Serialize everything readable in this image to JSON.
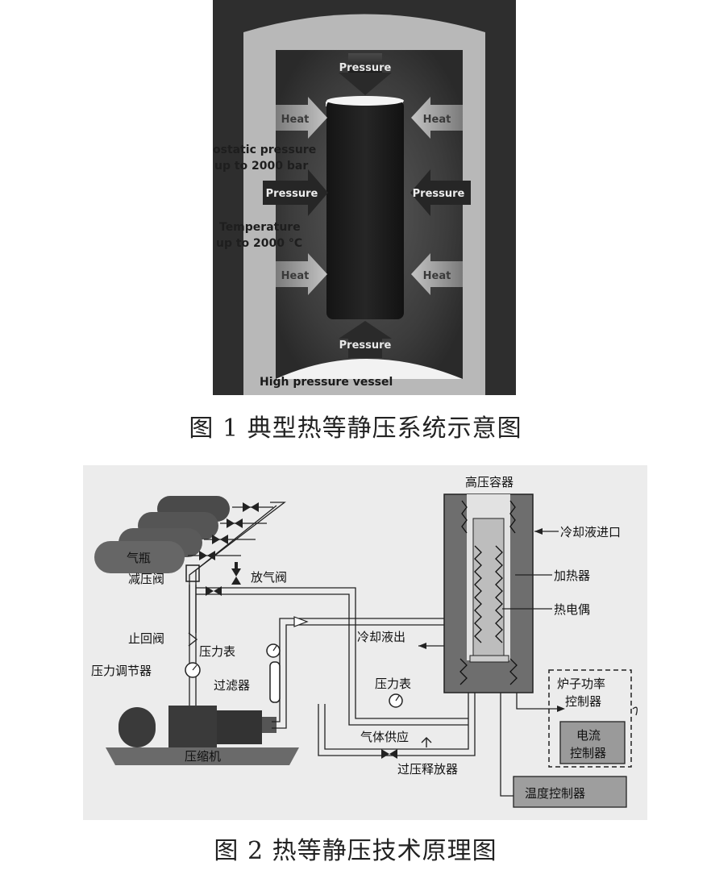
{
  "figure1": {
    "caption": "图 1 典型热等静压系统示意图",
    "labels": {
      "pressure_top": "Pressure",
      "pressure_bottom": "Pressure",
      "pressure_left": "Pressure",
      "pressure_right": "Pressure",
      "heat_left_top": "Heat",
      "heat_right_top": "Heat",
      "heat_left_bottom": "Heat",
      "heat_right_bottom": "Heat",
      "isostatic_line1": "ostatic pressure",
      "isostatic_line2": "up to 2000 bar",
      "temperature_line1": "Temperature",
      "temperature_line2": "up to 2000 °C",
      "vessel": "High pressure vessel"
    }
  },
  "figure2": {
    "caption": "图 2 热等静压技术原理图",
    "labels": {
      "hp_container": "高压容器",
      "coolant_in": "冷却液进口",
      "heater": "加热器",
      "thermocouple": "热电偶",
      "coolant_out": "冷却液出",
      "gas_cylinder": "气瓶",
      "reducing_valve": "减压阀",
      "vent_valve": "放气阀",
      "check_valve": "止回阀",
      "pressure_gauge_1": "压力表",
      "pressure_regulator": "压力调节器",
      "filter": "过滤器",
      "compressor": "压缩机",
      "pressure_gauge_2": "压力表",
      "gas_supply": "气体供应",
      "overpressure_release": "过压释放器",
      "furnace_power_line1": "炉子功率",
      "furnace_power_line2": "控制器",
      "current_line1": "电流",
      "current_line2": "控制器",
      "temp_controller": "温度控制器"
    }
  }
}
